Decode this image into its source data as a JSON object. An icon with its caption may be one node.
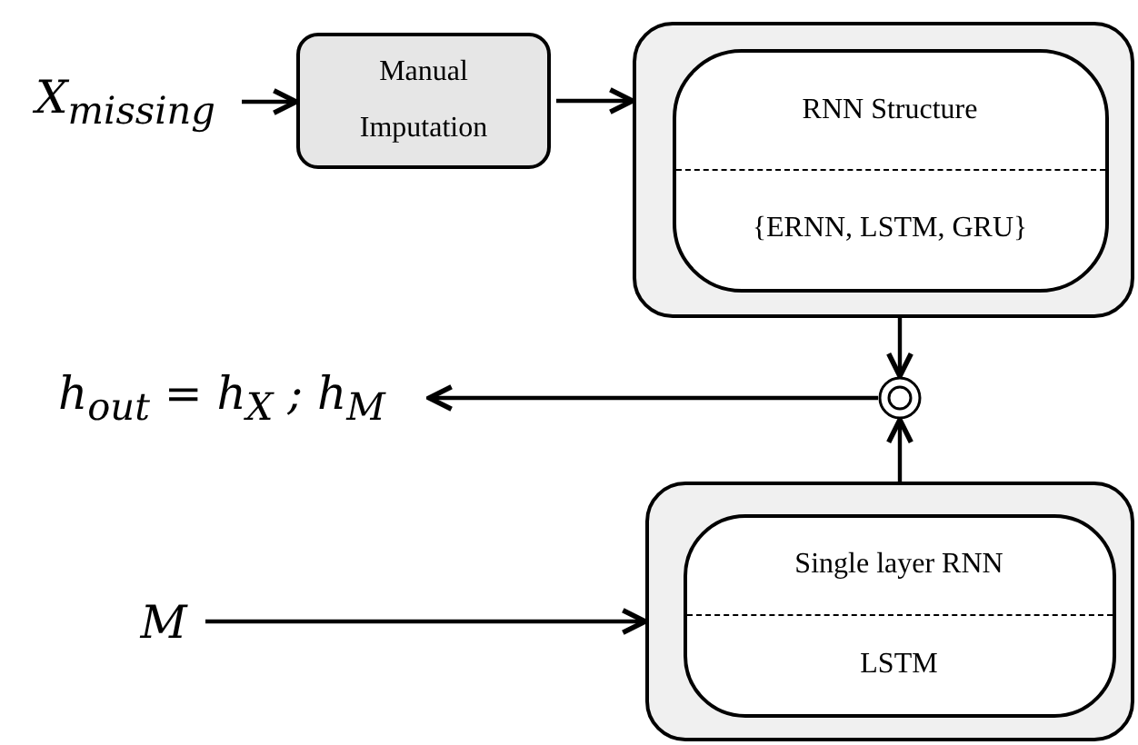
{
  "diagram": {
    "nodes": [
      {
        "text": [
          "X$_{missing}$"
        ]
      },
      {
        "text": [
          "Manual Imputation"
        ]
      },
      {
        "text": [],
        "shape": "box"
      },
      {
        "text": [
          "RNN Structure",
          "{ERNN, LSTM, GRU}"
        ],
        "in": 2
      },
      {
        "text": [],
        "shape": "circle"
      },
      {
        "text": [
          "h$_{out}$ = h$_{X}$ ;  h$_{M}$"
        ]
      },
      {
        "text": [
          "M"
        ]
      },
      {
        "text": [],
        "shape": "box"
      },
      {
        "text": [
          "Single layer RNN",
          "LSTM"
        ],
        "in": 7
      }
    ],
    "edges": [
      {
        "from": 0,
        "to": 1,
        "arrow": "to"
      },
      {
        "from": 1,
        "to": 2,
        "arrow": "to"
      },
      {
        "from": 2,
        "to": 4,
        "arrow": "to"
      },
      {
        "from": 7,
        "to": 4,
        "arrow": "to"
      },
      {
        "from": 4,
        "to": 5,
        "arrow": "to"
      },
      {
        "from": 6,
        "to": 7,
        "arrow": "to"
      }
    ]
  }
}
